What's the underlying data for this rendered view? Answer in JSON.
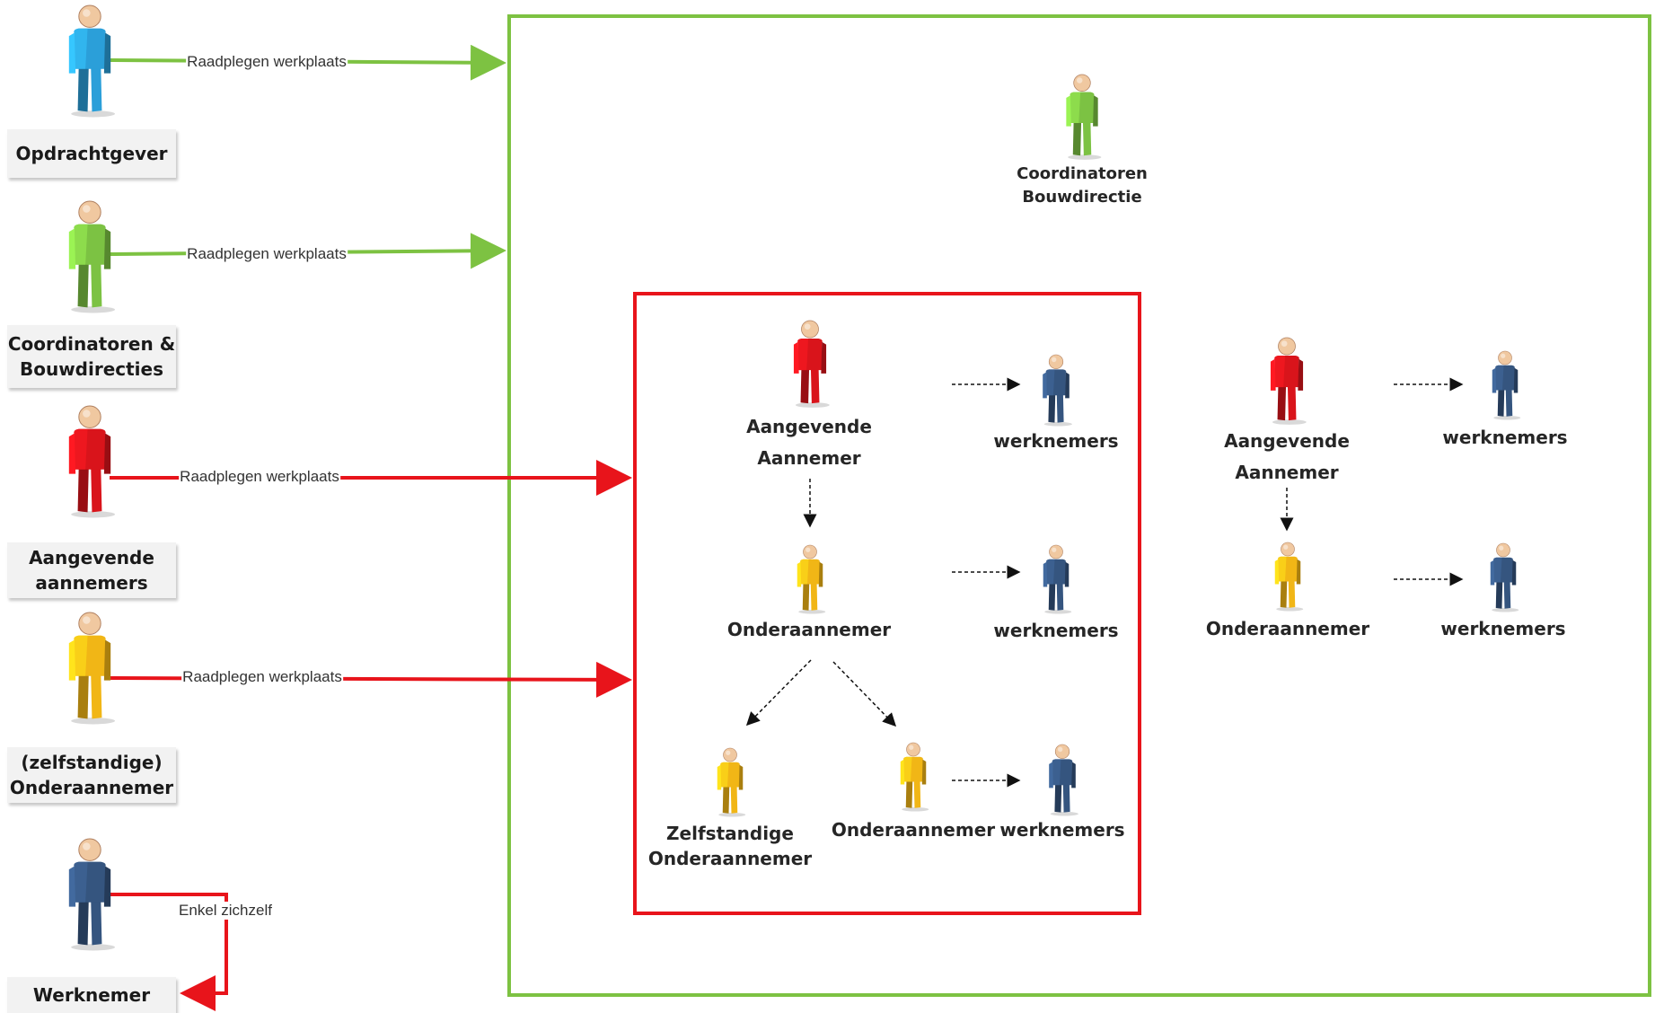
{
  "left_roles": [
    {
      "label": [
        "Opdrachtgever"
      ],
      "color": "blue",
      "arrow_label": "Raadplegen werkplaats"
    },
    {
      "label": [
        "Coordinatoren &",
        "Bouwdirecties"
      ],
      "color": "green",
      "arrow_label": "Raadplegen werkplaats"
    },
    {
      "label": [
        "Aangevende",
        "aannemers"
      ],
      "color": "red",
      "arrow_label": "Raadplegen werkplaats"
    },
    {
      "label": [
        "(zelfstandige)",
        "Onderaannemer"
      ],
      "color": "yellow",
      "arrow_label": "Raadplegen werkplaats"
    },
    {
      "label": [
        "Werknemer"
      ],
      "color": "navy",
      "arrow_label": "Enkel zichzelf"
    }
  ],
  "coordinator_node": {
    "line1": "Coordinatoren",
    "line2": "Bouwdirectie"
  },
  "inner_group": {
    "main_contractor": {
      "line1": "Aangevende",
      "line2": "Aannemer"
    },
    "subcontractor": "Onderaannemer",
    "self_employed_sub": {
      "line1": "Zelfstandige",
      "line2": "Onderaannemer"
    },
    "sub_subcontractor": "Onderaannemer",
    "employees": "werknemers"
  },
  "outer_group": {
    "main_contractor": {
      "line1": "Aangevende",
      "line2": "Aannemer"
    },
    "subcontractor": "Onderaannemer",
    "employees": "werknemers"
  },
  "colors": {
    "green_frame": "#7dc242",
    "red_frame": "#e8141b",
    "person_blue": "#2b9fd9",
    "person_green": "#7cc243",
    "person_red": "#d9141b",
    "person_yellow": "#f1b616",
    "person_navy": "#35557f",
    "skin": "#f0c8a0"
  }
}
